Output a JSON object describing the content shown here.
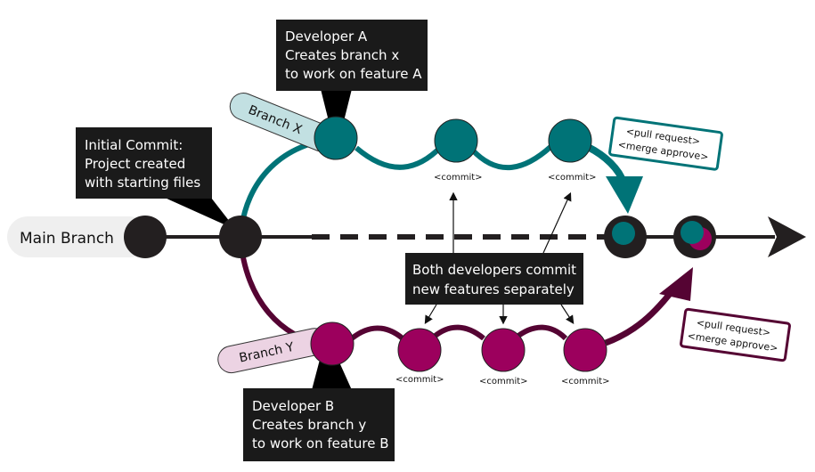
{
  "colors": {
    "main": "#231f20",
    "branch_x": "#007377",
    "branch_x_pill": "#c2e0e2",
    "branch_y": "#550433",
    "branch_y_commit": "#9c005d",
    "branch_y_pill": "#ecd3e3",
    "main_pill": "#efefef",
    "callout": "#1a1a1a"
  },
  "labels": {
    "main_branch": "Main Branch",
    "branch_x": "Branch X",
    "branch_y": "Branch Y",
    "commit": "<commit>"
  },
  "callouts": {
    "initial_commit": [
      "Initial Commit:",
      "Project created",
      "with starting files"
    ],
    "developer_a": [
      "Developer A",
      "Creates branch x",
      "to work on feature A"
    ],
    "developer_b": [
      "Developer B",
      "Creates branch y",
      "to work on feature B"
    ],
    "both_developers": [
      "Both developers commit",
      "new features separately"
    ]
  },
  "pull_requests": {
    "x": [
      "<pull request>",
      "<merge approve>"
    ],
    "y": [
      "<pull request>",
      "<merge approve>"
    ]
  }
}
